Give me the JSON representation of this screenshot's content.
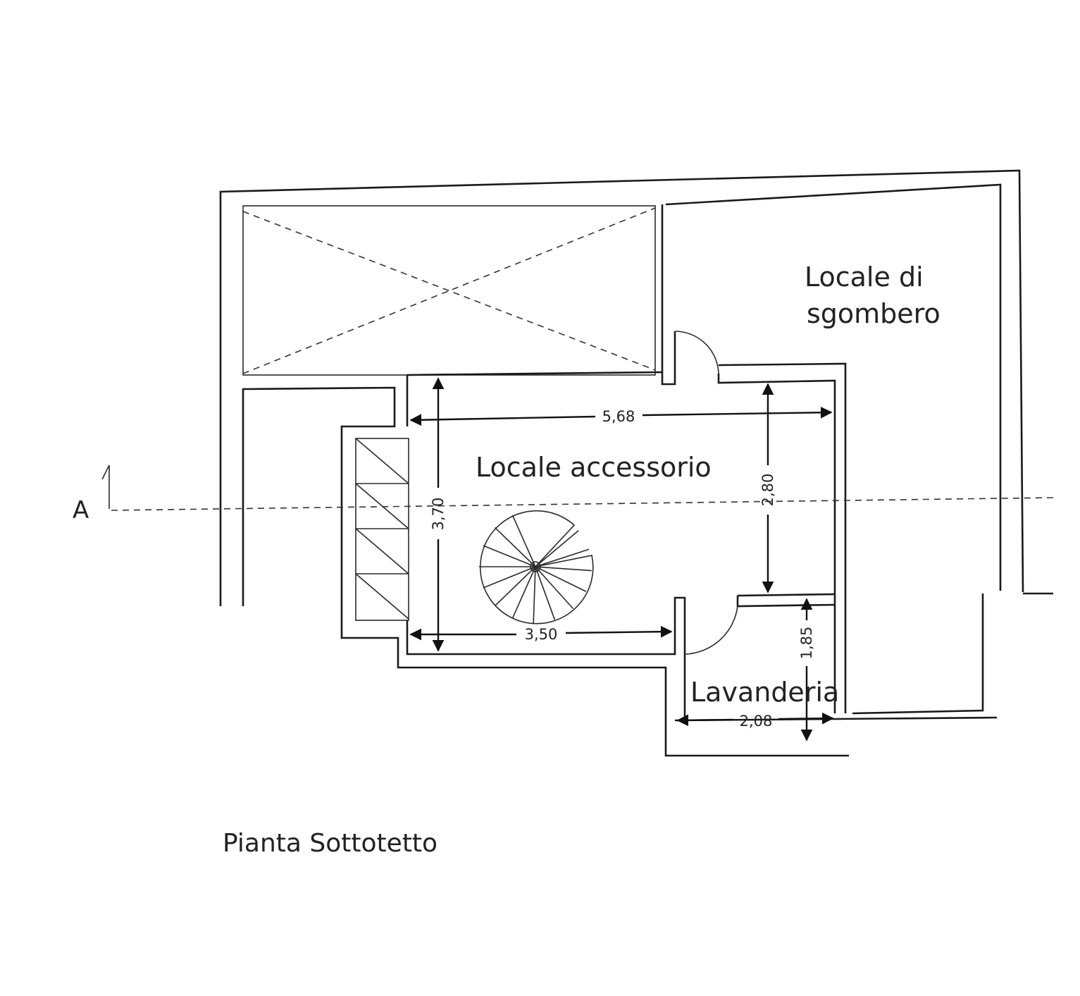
{
  "title": "Pianta Sottotetto",
  "section_marker": "A",
  "rooms": {
    "sgombero_line1": "Locale di",
    "sgombero_line2": "sgombero",
    "accessorio": "Locale accessorio",
    "lavanderia": "Lavanderia"
  },
  "dimensions": {
    "width_top": "5,68",
    "width_bottom": "3,50",
    "height_left": "3,70",
    "height_right": "2,80",
    "lav_height": "1,85",
    "lav_width": "2,08"
  }
}
